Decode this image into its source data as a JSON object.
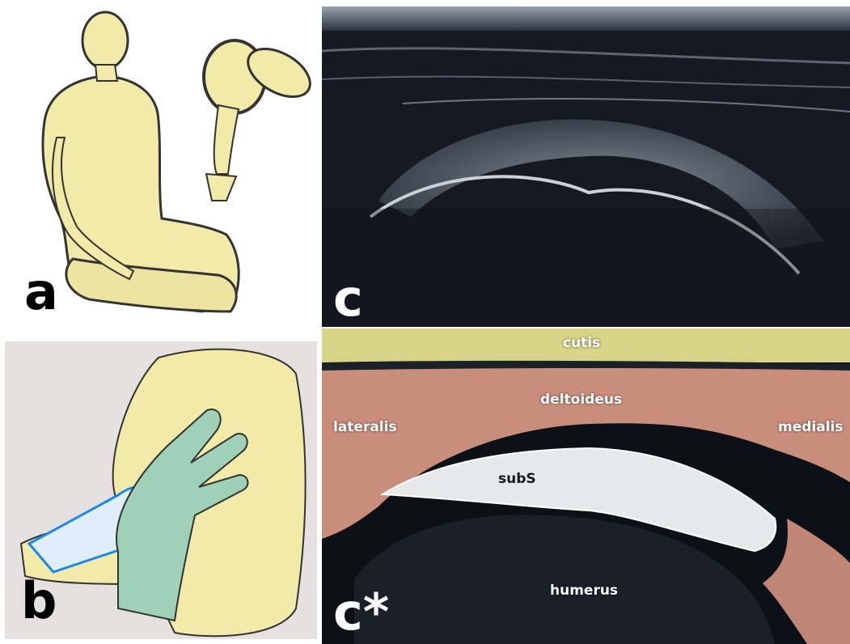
{
  "panels": {
    "a": {
      "letter": "a"
    },
    "b": {
      "letter": "b"
    },
    "c": {
      "letter": "c"
    },
    "c_star": {
      "letter": "c*"
    }
  },
  "labels": {
    "cutis": "cutis",
    "deltoideus": "deltoideus",
    "lateralis": "lateralis",
    "medialis": "medialis",
    "subS": "subS",
    "humerus": "humerus"
  },
  "colors": {
    "skin_fill": "#f2eaa8",
    "outline": "#333333",
    "hand_fill": "#9fd0b8",
    "probe_fill": "#dfeefa",
    "probe_outline": "#1e88e5",
    "cutis_overlay": "#d8d487",
    "deltoid_overlay": "#c98d7b",
    "subscapularis_overlay": "#e6e8ea",
    "ultrasound_dark": "#10151c"
  }
}
